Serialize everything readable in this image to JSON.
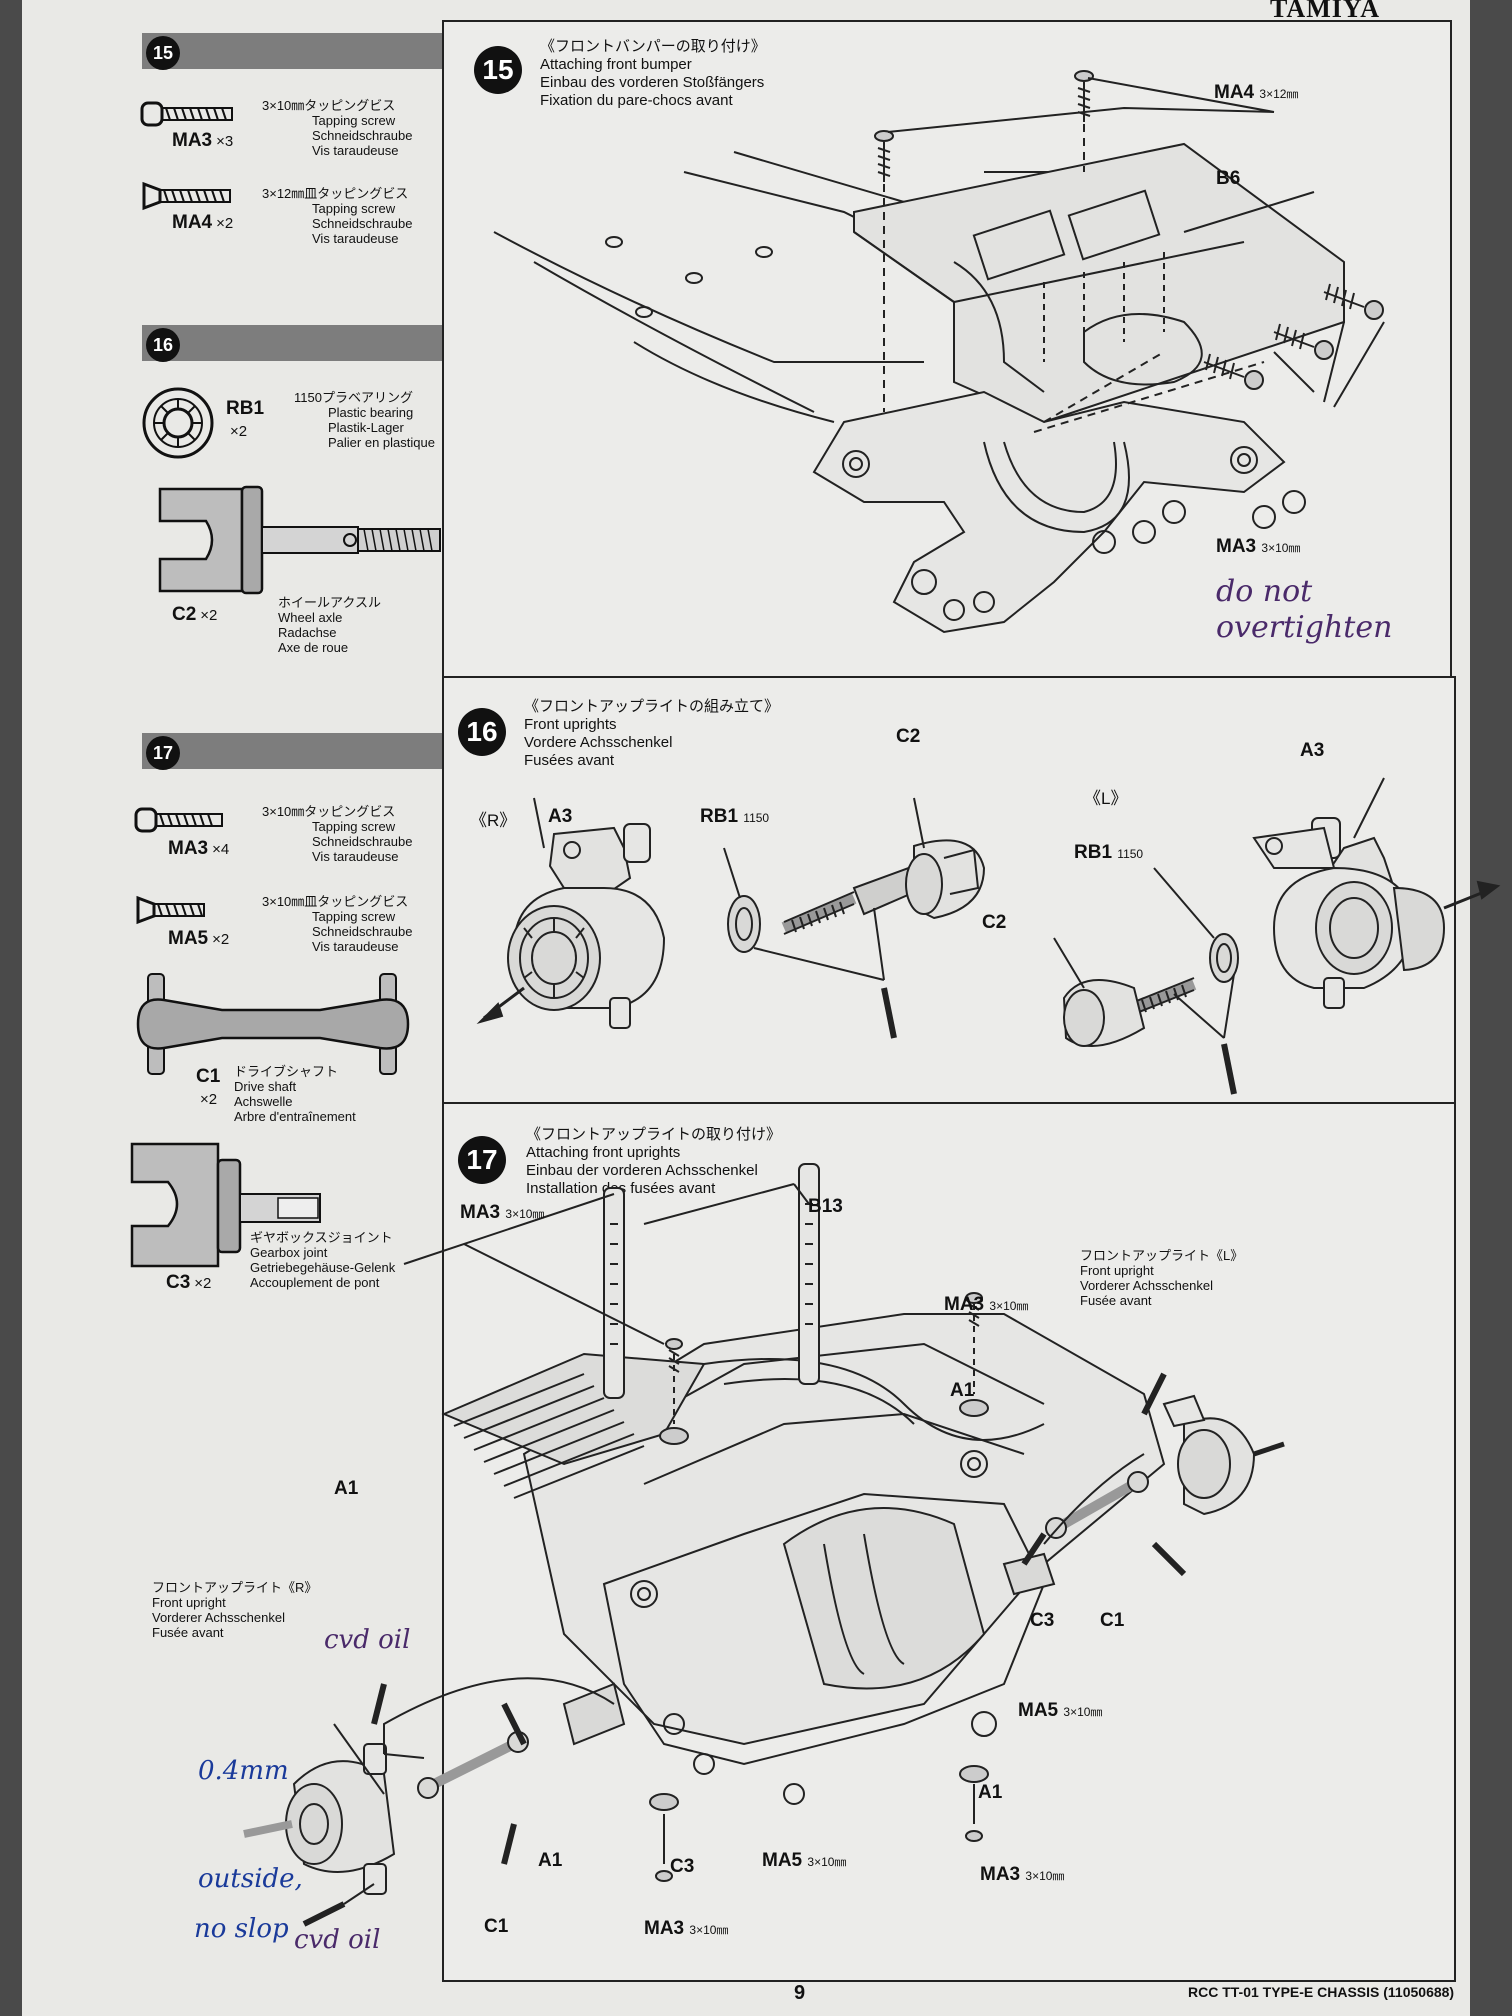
{
  "brand": "TAMIYA",
  "sidebar": {
    "step15": {
      "num": "15",
      "parts": [
        {
          "code": "MA3",
          "qty": "×3",
          "jp": "3×10㎜タッピングビス",
          "en": "Tapping screw",
          "de": "Schneidschraube",
          "fr": "Vis taraudeuse"
        },
        {
          "code": "MA4",
          "qty": "×2",
          "jp": "3×12㎜皿タッピングビス",
          "en": "Tapping screw",
          "de": "Schneidschraube",
          "fr": "Vis taraudeuse"
        }
      ]
    },
    "step16": {
      "num": "16",
      "parts": [
        {
          "code": "RB1",
          "qty": "×2",
          "jp": "1150プラベアリング",
          "en": "Plastic bearing",
          "de": "Plastik-Lager",
          "fr": "Palier en plastique"
        },
        {
          "code": "C2",
          "qty": "×2",
          "jp": "ホイールアクスル",
          "en": "Wheel axle",
          "de": "Radachse",
          "fr": "Axe de roue"
        }
      ]
    },
    "step17": {
      "num": "17",
      "parts": [
        {
          "code": "MA3",
          "qty": "×4",
          "jp": "3×10㎜タッピングビス",
          "en": "Tapping screw",
          "de": "Schneidschraube",
          "fr": "Vis taraudeuse"
        },
        {
          "code": "MA5",
          "qty": "×2",
          "jp": "3×10㎜皿タッピングビス",
          "en": "Tapping screw",
          "de": "Schneidschraube",
          "fr": "Vis taraudeuse"
        },
        {
          "code": "C1",
          "qty": "×2",
          "jp": "ドライブシャフト",
          "en": "Drive shaft",
          "de": "Achswelle",
          "fr": "Arbre d'entraînement"
        },
        {
          "code": "C3",
          "qty": "×2",
          "jp": "ギヤボックスジョイント",
          "en": "Gearbox joint",
          "de": "Getriebegehäuse-Gelenk",
          "fr": "Accouplement de pont"
        }
      ]
    }
  },
  "panel15": {
    "num": "15",
    "jp": "《フロントバンパーの取り付け》",
    "en": "Attaching front bumper",
    "de": "Einbau des vorderen Stoßfängers",
    "fr": "Fixation du pare-chocs avant",
    "labels": {
      "ma4": "MA4",
      "ma4_size": "3×12㎜",
      "b6": "B6",
      "ma3": "MA3",
      "ma3_size": "3×10㎜"
    },
    "note": [
      "do not",
      "overtighten"
    ]
  },
  "panel16": {
    "num": "16",
    "jp": "《フロントアップライトの組み立て》",
    "en": "Front uprights",
    "de": "Vordere Achsschenkel",
    "fr": "Fusées avant",
    "labels": {
      "r": "《R》",
      "l": "《L》",
      "a3_left": "A3",
      "a3_right": "A3",
      "rb1_left": "RB1",
      "rb1_right": "RB1",
      "rb1_size": "1150",
      "c2_top": "C2",
      "c2_bottom": "C2"
    }
  },
  "panel17": {
    "num": "17",
    "jp": "《フロントアップライトの取り付け》",
    "en": "Attaching front uprights",
    "de": "Einbau der vorderen Achsschenkel",
    "fr": "Installation des fusées avant",
    "labels": {
      "ma3": "MA3",
      "size_10": "3×10㎜",
      "b13": "B13",
      "a1": "A1",
      "c1": "C1",
      "c3": "C3",
      "ma5": "MA5",
      "upright_l_jp": "フロントアップライト《L》",
      "upright_r_jp": "フロントアップライト《R》",
      "upright_en": "Front upright",
      "upright_de": "Vorderer Achsschenkel",
      "upright_fr": "Fusée avant"
    },
    "notes": {
      "cvd_oil_top": "cvd oil",
      "cvd_oil_bottom": "cvd oil",
      "shim": "0.4mm",
      "outside": "outside,",
      "no_slop": "no slop"
    }
  },
  "footer": {
    "model": "RCC TT-01 TYPE-E CHASSIS (11050688)",
    "page": "9"
  },
  "colors": {
    "paper": "#e9e9e6",
    "ink": "#111111",
    "bar": "#7d7d7d",
    "note_purple": "#4a2a6a",
    "note_blue": "#1a3a9a"
  }
}
